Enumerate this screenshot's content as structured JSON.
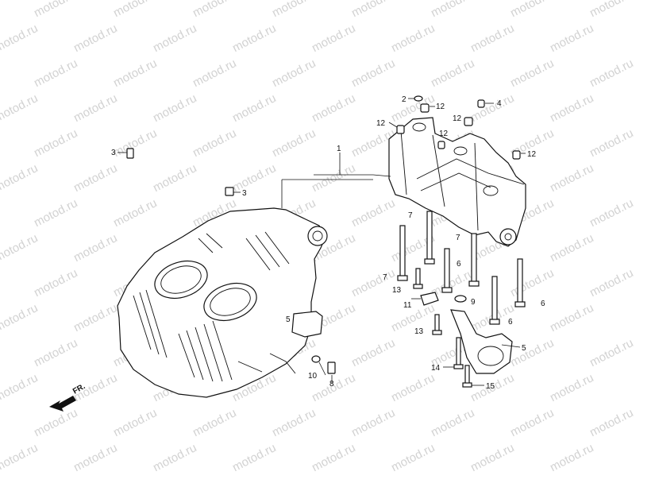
{
  "watermark": "motod.ru",
  "direction_label": "FR.",
  "callouts": {
    "c1": "1",
    "c2": "2",
    "c3a": "3",
    "c3b": "3",
    "c4": "4",
    "c5": "5",
    "c5b": "5",
    "c6a": "6",
    "c6b": "6",
    "c6c": "6",
    "c7a": "7",
    "c7b": "7",
    "c7c": "7",
    "c8": "8",
    "c9": "9",
    "c10": "10",
    "c11": "11",
    "c12a": "12",
    "c12b": "12",
    "c12c": "12",
    "c12d": "12",
    "c12e": "12",
    "c13a": "13",
    "c13b": "13",
    "c14": "14",
    "c15": "15"
  }
}
